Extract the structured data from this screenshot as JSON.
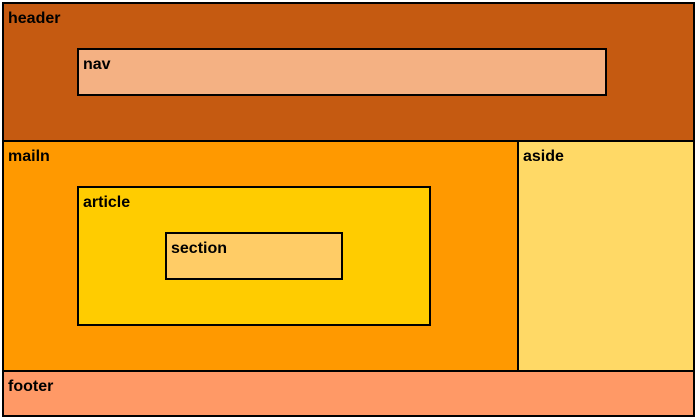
{
  "regions": {
    "header": {
      "label": "header",
      "color": "#C55A11"
    },
    "nav": {
      "label": "nav",
      "color": "#F4B183"
    },
    "mailn": {
      "label": "mailn",
      "color": "#FF9900"
    },
    "article": {
      "label": "article",
      "color": "#FFCC00"
    },
    "section": {
      "label": "section",
      "color": "#FFCC66"
    },
    "aside": {
      "label": "aside",
      "color": "#FFD966"
    },
    "footer": {
      "label": "footer",
      "color": "#FF9966"
    }
  },
  "border_color": "#000000"
}
